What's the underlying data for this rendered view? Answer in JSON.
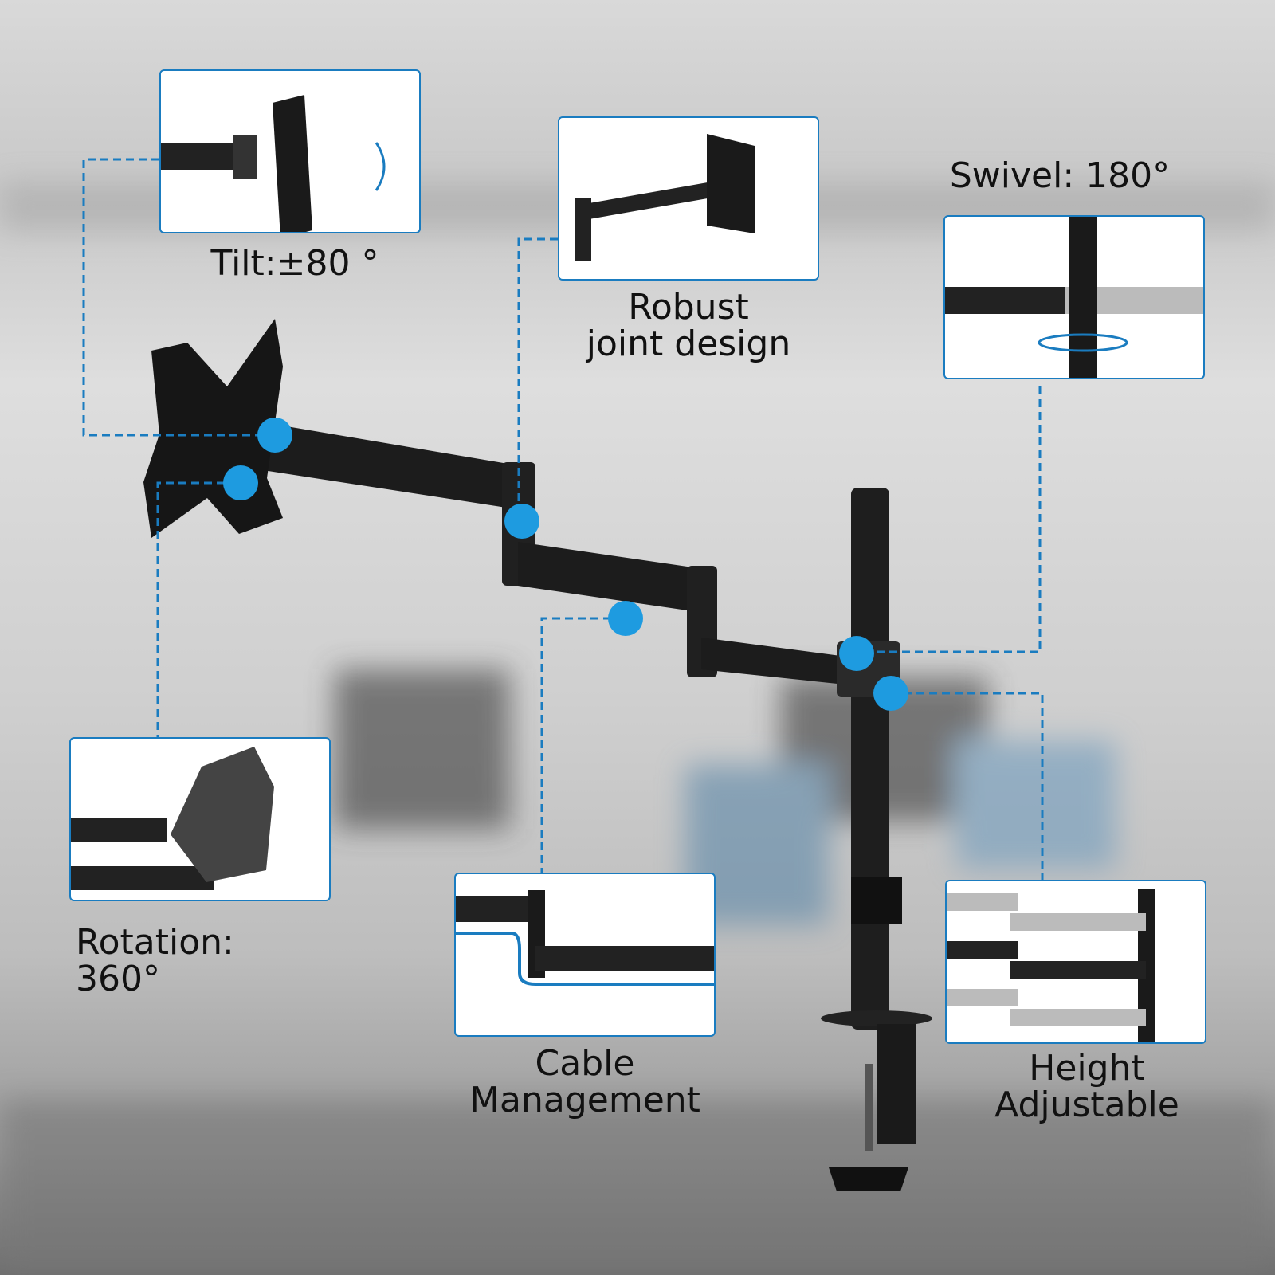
{
  "features": {
    "tilt": "Tilt:±80 °",
    "robust_line1": "Robust",
    "robust_line2": "joint design",
    "swivel": "Swivel: 180°",
    "rotation": "Rotation: 360°",
    "cable_line1": "Cable",
    "cable_line2": "Management",
    "height_line1": "Height",
    "height_line2": "Adjustable"
  },
  "colors": {
    "accent": "#1a7cc0",
    "dot": "#1e9be0"
  }
}
